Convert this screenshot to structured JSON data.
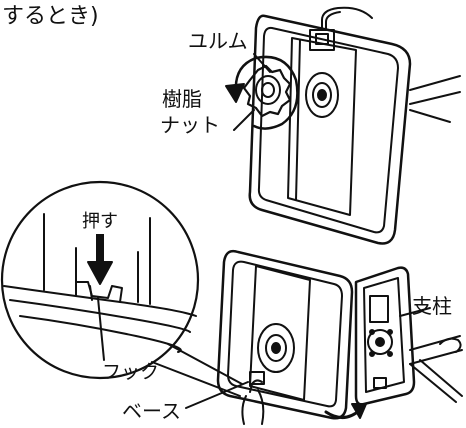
{
  "heading": "するとき)",
  "labels": {
    "yulum": "ユルム",
    "resin": "樹脂",
    "nut": "ナット",
    "push": "押す",
    "hook": "フック",
    "base": "ベース",
    "post": "支柱"
  },
  "colors": {
    "ink": "#111111",
    "background": "#ffffff"
  }
}
